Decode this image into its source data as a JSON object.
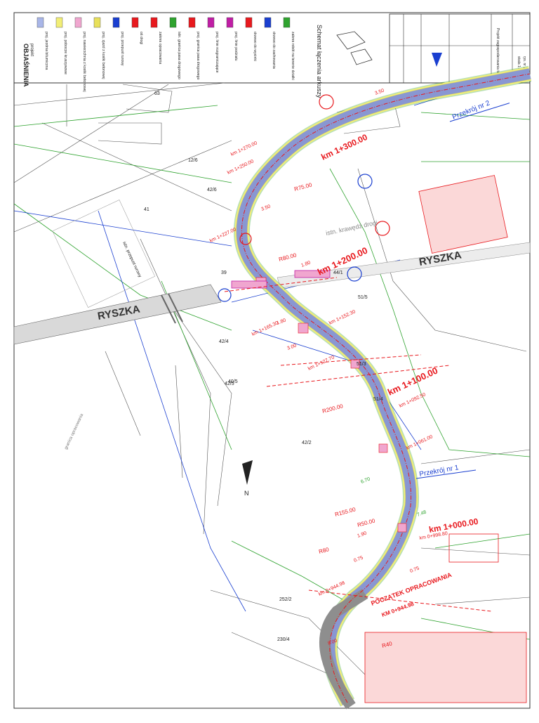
{
  "legend": {
    "title": "OBJAŚNIENIA",
    "subtitle": "projekt",
    "items": [
      "proj. jezdnia bitumiczna",
      "proj. pobocze kruszywowe",
      "proj. nawierzchnia z kostki betonowej",
      "proj. zjazd z kostki betonowej",
      "proj. przepust rurowy",
      "oś drogi",
      "zakres opracowania",
      "istn. granica pasa drogowego",
      "proj. granica pasa drogowego",
      "proj. linie rozgraniczające",
      "proj. linie podziału",
      "drzewo do wycinki",
      "drzewo do zachowania",
      "zakres robót na terenie działki"
    ]
  },
  "sheet": {
    "orientation_title": "Schemat łączenia arkuszy",
    "title_block_lines": [
      "Projekt zagospodarowania terenu",
      "skala 1:500",
      "rys. nr 2"
    ]
  },
  "road_name": "RYSZKA",
  "stations": [
    "km 1+300.00",
    "km 1+270.00",
    "km 1+250.00",
    "km 1+227.00",
    "km 1+200.00",
    "km 1+165.30",
    "km 1+152.30",
    "km 1+127.70",
    "km 1+100.00",
    "km 1+092.50",
    "km 1+061.00",
    "km 1+000.00",
    "km 0+998.80",
    "km 0+944.98"
  ],
  "curves": [
    "R75.00",
    "R80.00",
    "R200.00",
    "R155.00",
    "R50.00",
    "R80",
    "R40"
  ],
  "cross_sections": [
    "Przekrój nr 1",
    "Przekrój nr 2"
  ],
  "parcels": [
    "42/6",
    "42/4",
    "42/5",
    "42/2",
    "39",
    "41",
    "44/1",
    "51/3",
    "51/4",
    "51/5",
    "40/5",
    "252/2",
    "230/4",
    "63",
    "12/6"
  ],
  "notes": {
    "existing_edge": "istn. krawędź drogi",
    "start": "POCZĄTEK OPRACOWANIA",
    "start_km": "KM 0+944.98",
    "start_note": "granica opracowania",
    "culvert": "istn. przepust rurowy",
    "widths": [
      "3.50",
      "3.00",
      "3.50",
      "1.80",
      "1.80",
      "6.70",
      "7.48",
      "1.90",
      "8.00",
      "0.75",
      "0.75"
    ]
  },
  "north_arrow": "N",
  "colors": {
    "road": "#a9b6e8",
    "shoulder": "#f2ee76",
    "paving": "#f0a6cf",
    "red": "#e8191e",
    "green": "#2fa32f",
    "blue": "#1a3fd0",
    "grey_road": "#8e8e8e"
  }
}
